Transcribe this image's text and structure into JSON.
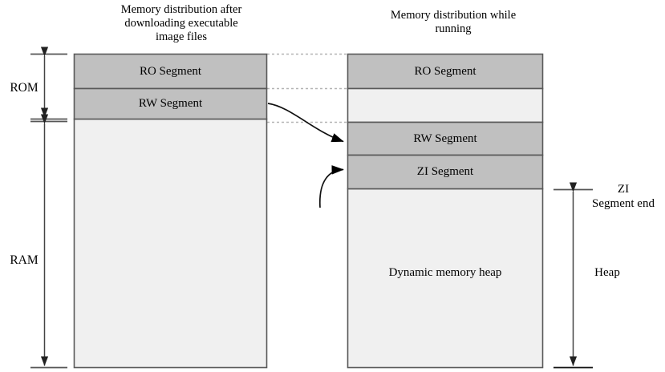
{
  "diagram": {
    "titles": {
      "left": "Memory distribution after\ndownloading executable\nimage files",
      "right": "Memory distribution while\nrunning"
    },
    "left_panel": {
      "segments": [
        {
          "label": "RO Segment",
          "fill": "#c0c0c0"
        },
        {
          "label": "RW Segment",
          "fill": "#c0c0c0"
        },
        {
          "label": "",
          "fill": "#f0f0f0"
        }
      ]
    },
    "right_panel": {
      "segments": [
        {
          "label": "RO Segment",
          "fill": "#c0c0c0"
        },
        {
          "label": "",
          "fill": "#f0f0f0"
        },
        {
          "label": "RW Segment",
          "fill": "#c0c0c0"
        },
        {
          "label": "ZI Segment",
          "fill": "#c0c0c0"
        },
        {
          "label": "Dynamic memory heap",
          "fill": "#f0f0f0"
        }
      ]
    },
    "left_brackets": [
      {
        "label": "ROM"
      },
      {
        "label": "RAM"
      }
    ],
    "right_brackets": [
      {
        "label": "ZI\nSegment end"
      },
      {
        "label": "Heap"
      }
    ],
    "colors": {
      "segment_gray": "#c0c0c0",
      "segment_light": "#f0f0f0",
      "box_border": "#595959",
      "dotted_connector": "#aaaaaa",
      "arrow": "#000000",
      "bracket": "#555555",
      "background": "#ffffff"
    }
  }
}
